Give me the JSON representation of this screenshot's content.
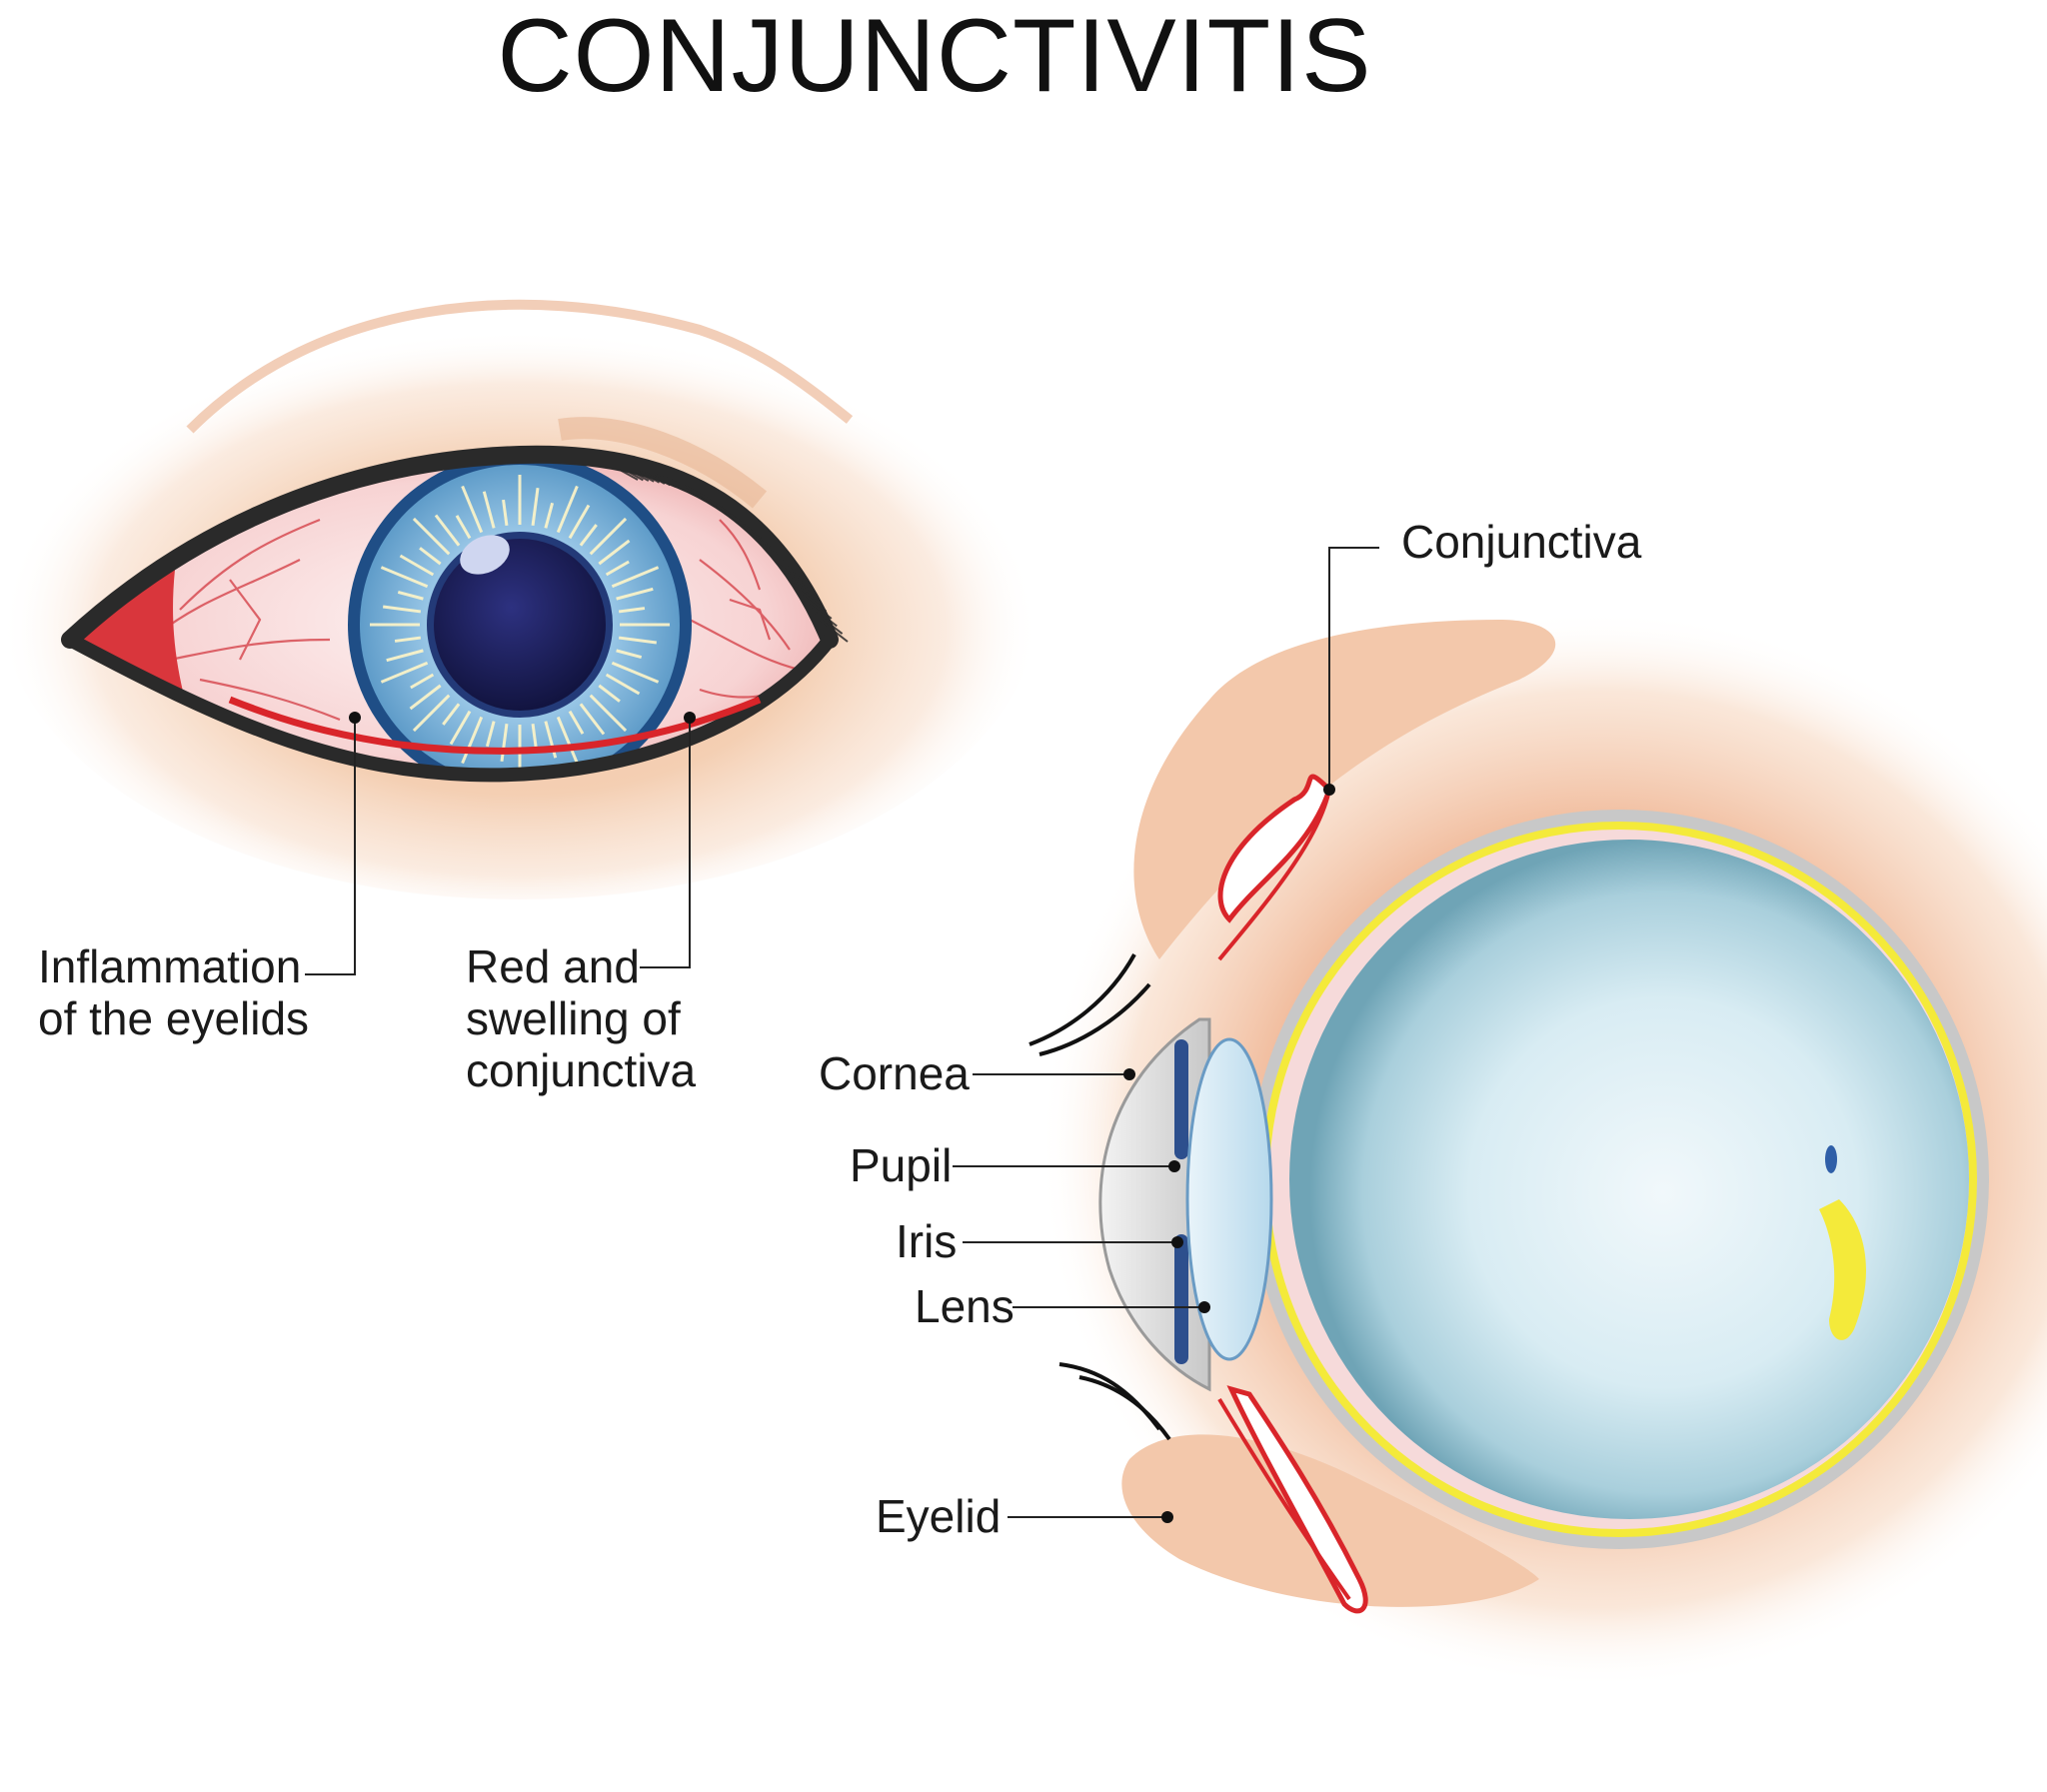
{
  "title": "CONJUNCTIVITIS",
  "left_eye": {
    "labels": {
      "inflammation": [
        "Inflammation",
        "of the eyelids"
      ],
      "red_swelling": [
        "Red and",
        "swelling of",
        "conjunctiva"
      ]
    }
  },
  "cross_section": {
    "labels": {
      "conjunctiva": "Conjunctiva",
      "cornea": "Cornea",
      "pupil": "Pupil",
      "iris": "Iris",
      "lens": "Lens",
      "eyelid": "Eyelid"
    }
  },
  "colors": {
    "skin": "#f2c6a6",
    "conjunctiva_red": "#d9252a",
    "iris_blue": "#5c9ccd",
    "pupil": "#1c1f5a",
    "sclera_pink": "#f6dada",
    "retina_yellow": "#f4ea3a",
    "globe": "#bfe0ea"
  }
}
